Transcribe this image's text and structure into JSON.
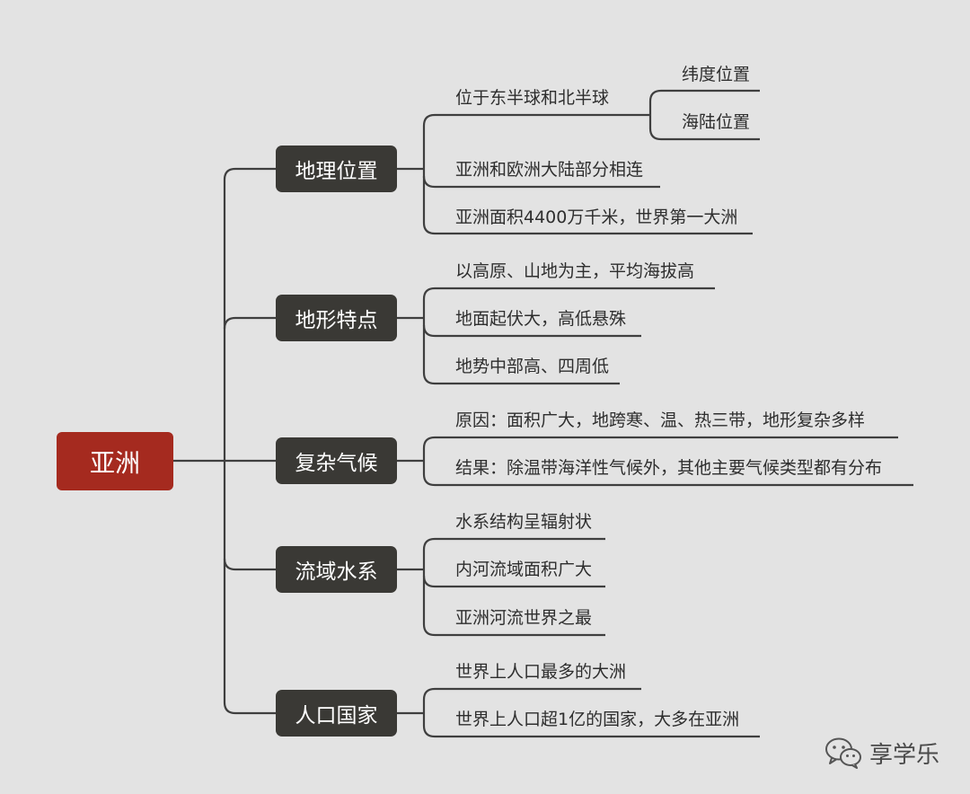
{
  "root": {
    "label": "亚洲"
  },
  "branches": [
    {
      "label": "地理位置",
      "children": [
        {
          "label": "位于东半球和北半球",
          "children": [
            {
              "label": "纬度位置"
            },
            {
              "label": "海陆位置"
            }
          ]
        },
        {
          "label": "亚洲和欧洲大陆部分相连"
        },
        {
          "label": "亚洲面积4400万千米，世界第一大洲"
        }
      ]
    },
    {
      "label": "地形特点",
      "children": [
        {
          "label": "以高原、山地为主，平均海拔高"
        },
        {
          "label": "地面起伏大，高低悬殊"
        },
        {
          "label": "地势中部高、四周低"
        }
      ]
    },
    {
      "label": "复杂气候",
      "children": [
        {
          "label": "原因：面积广大，地跨寒、温、热三带，地形复杂多样"
        },
        {
          "label": "结果：除温带海洋性气候外，其他主要气候类型都有分布"
        }
      ]
    },
    {
      "label": "流域水系",
      "children": [
        {
          "label": "水系结构呈辐射状"
        },
        {
          "label": "内河流域面积广大"
        },
        {
          "label": "亚洲河流世界之最"
        }
      ]
    },
    {
      "label": "人口国家",
      "children": [
        {
          "label": "世界上人口最多的大洲"
        },
        {
          "label": "世界上人口超1亿的国家，大多在亚洲"
        }
      ]
    }
  ],
  "watermark": {
    "text": "享学乐",
    "icon": "wechat-icon"
  },
  "colors": {
    "background": "#e3e3e3",
    "root": "#a52a1f",
    "branch": "#3a3935",
    "line": "#3f3f3f"
  }
}
